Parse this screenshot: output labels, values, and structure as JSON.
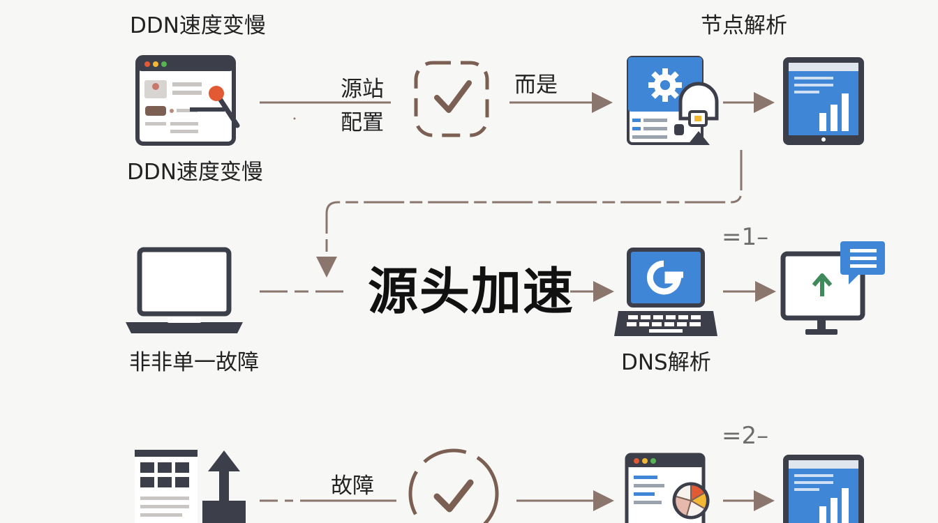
{
  "diagram": {
    "row1": {
      "top_label": "DDN速度变慢",
      "bottom_label": "DDN速度变慢",
      "arrow1_label": "源站\n配置",
      "arrow2_label": "而是",
      "right_top_label": "节点解析"
    },
    "row2": {
      "center_title": "源头加速",
      "left_label": "非非单一故障",
      "dns_label": "DNS解析",
      "badge": "=1–"
    },
    "row3": {
      "arrow1_label": "故障",
      "badge": "=2–"
    },
    "icons": [
      "browser-window-icon",
      "checkmark-icon",
      "server-gear-icon",
      "tablet-chart-icon",
      "laptop-icon",
      "laptop-g-icon",
      "monitor-upload-icon",
      "chat-bubble-icon",
      "grid-upload-icon",
      "browser-pie-icon"
    ],
    "colors": {
      "arrow": "#8a766c",
      "icon_dark": "#3c3f4a",
      "icon_blue": "#3f86d6",
      "accent_red": "#e15a33",
      "badge": "#6e6e6e"
    }
  }
}
